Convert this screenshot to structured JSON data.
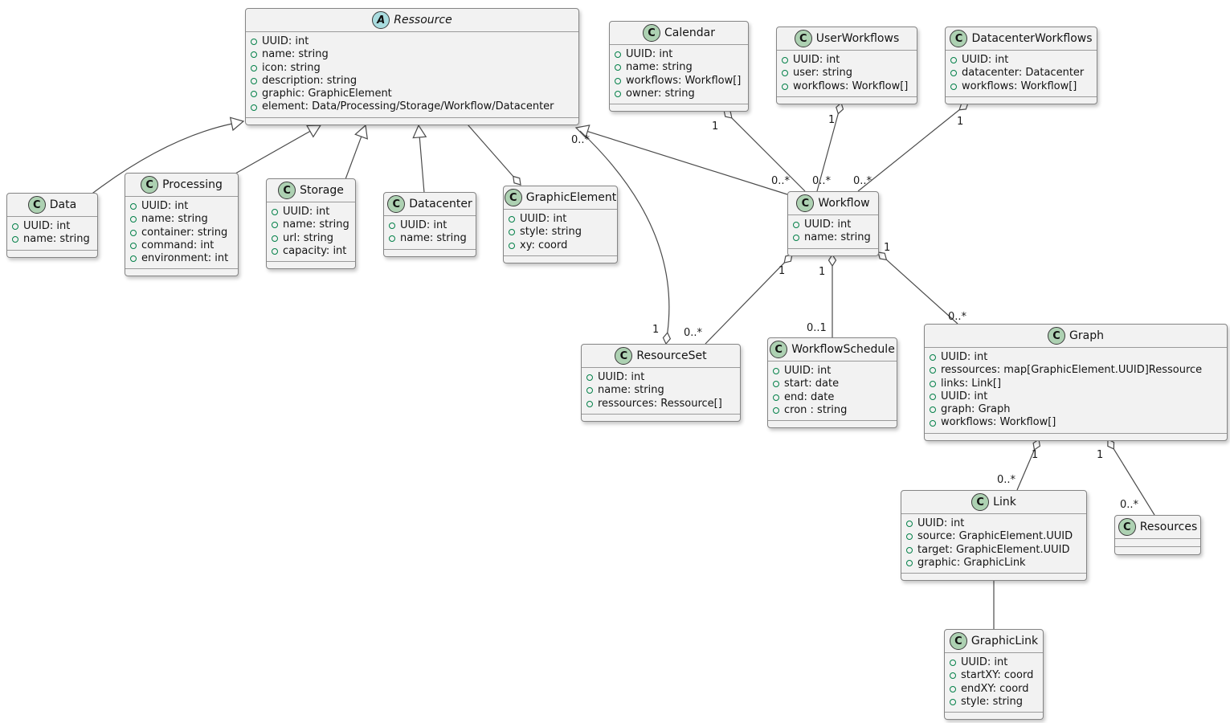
{
  "diagram": {
    "type": "uml-class-diagram",
    "colors": {
      "class_icon_bg": "#ADD1B2",
      "abstract_icon_bg": "#A9DCDF",
      "box_bg": "#F2F2F2",
      "box_border": "#858585",
      "field_icon": "#038048",
      "line": "#4B4B4B"
    },
    "classes": [
      {
        "name": "Ressource",
        "icon": "A",
        "abstract": true,
        "attrs": [
          "UUID: int",
          "name: string",
          "icon: string",
          "description: string",
          "graphic: GraphicElement",
          "element: Data/Processing/Storage/Workflow/Datacenter"
        ]
      },
      {
        "name": "Calendar",
        "icon": "C",
        "abstract": false,
        "attrs": [
          "UUID: int",
          "name: string",
          "workflows: Workflow[]",
          "owner: string"
        ]
      },
      {
        "name": "UserWorkflows",
        "icon": "C",
        "abstract": false,
        "attrs": [
          "UUID: int",
          "user: string",
          "workflows: Workflow[]"
        ]
      },
      {
        "name": "DatacenterWorkflows",
        "icon": "C",
        "abstract": false,
        "attrs": [
          "UUID: int",
          "datacenter: Datacenter",
          "workflows: Workflow[]"
        ]
      },
      {
        "name": "Data",
        "icon": "C",
        "abstract": false,
        "attrs": [
          "UUID: int",
          "name: string"
        ]
      },
      {
        "name": "Processing",
        "icon": "C",
        "abstract": false,
        "attrs": [
          "UUID: int",
          "name: string",
          "container: string",
          "command: int",
          "environment: int"
        ]
      },
      {
        "name": "Storage",
        "icon": "C",
        "abstract": false,
        "attrs": [
          "UUID: int",
          "name: string",
          "url: string",
          "capacity: int"
        ]
      },
      {
        "name": "Datacenter",
        "icon": "C",
        "abstract": false,
        "attrs": [
          "UUID: int",
          "name: string"
        ]
      },
      {
        "name": "GraphicElement",
        "icon": "C",
        "abstract": false,
        "attrs": [
          "UUID: int",
          "style: string",
          "xy: coord"
        ]
      },
      {
        "name": "Workflow",
        "icon": "C",
        "abstract": false,
        "attrs": [
          "UUID: int",
          "name: string"
        ]
      },
      {
        "name": "ResourceSet",
        "icon": "C",
        "abstract": false,
        "attrs": [
          "UUID: int",
          "name: string",
          "ressources: Ressource[]"
        ]
      },
      {
        "name": "WorkflowSchedule",
        "icon": "C",
        "abstract": false,
        "attrs": [
          "UUID: int",
          "start: date",
          "end: date",
          "cron : string"
        ]
      },
      {
        "name": "Graph",
        "icon": "C",
        "abstract": false,
        "attrs": [
          "UUID: int",
          "ressources: map[GraphicElement.UUID]Ressource",
          "links: Link[]",
          "UUID: int",
          "graph: Graph",
          "workflows: Workflow[]"
        ]
      },
      {
        "name": "Link",
        "icon": "C",
        "abstract": false,
        "attrs": [
          "UUID: int",
          "source: GraphicElement.UUID",
          "target: GraphicElement.UUID",
          "graphic: GraphicLink"
        ]
      },
      {
        "name": "Resources",
        "icon": "C",
        "abstract": false,
        "attrs": []
      },
      {
        "name": "GraphicLink",
        "icon": "C",
        "abstract": false,
        "attrs": [
          "UUID: int",
          "startXY: coord",
          "endXY: coord",
          "style: string"
        ]
      }
    ],
    "relations": [
      {
        "id": "data-ressource",
        "type": "generalization",
        "from": "Data",
        "to": "Ressource",
        "from_mult": "",
        "to_mult": ""
      },
      {
        "id": "processing-ressource",
        "type": "generalization",
        "from": "Processing",
        "to": "Ressource",
        "from_mult": "",
        "to_mult": ""
      },
      {
        "id": "storage-ressource",
        "type": "generalization",
        "from": "Storage",
        "to": "Ressource",
        "from_mult": "",
        "to_mult": ""
      },
      {
        "id": "datacenter-ressource",
        "type": "generalization",
        "from": "Datacenter",
        "to": "Ressource",
        "from_mult": "",
        "to_mult": ""
      },
      {
        "id": "workflow-ressource",
        "type": "generalization",
        "from": "Workflow",
        "to": "Ressource",
        "from_mult": "",
        "to_mult": ""
      },
      {
        "id": "ressource-graphicelement",
        "type": "aggregation",
        "from": "GraphicElement",
        "to": "Ressource",
        "from_mult": "",
        "to_mult": ""
      },
      {
        "id": "calendar-workflow",
        "type": "aggregation",
        "from": "Calendar",
        "to": "Workflow",
        "from_mult": "1",
        "to_mult": "0..*"
      },
      {
        "id": "userworkflows-workflow",
        "type": "aggregation",
        "from": "UserWorkflows",
        "to": "Workflow",
        "from_mult": "1",
        "to_mult": "0..*"
      },
      {
        "id": "datacenterworkflows-workflow",
        "type": "aggregation",
        "from": "DatacenterWorkflows",
        "to": "Workflow",
        "from_mult": "1",
        "to_mult": "0..*"
      },
      {
        "id": "resourceset-ressource",
        "type": "aggregation",
        "from": "ResourceSet",
        "to": "Ressource",
        "from_mult": "1",
        "to_mult": "0..*"
      },
      {
        "id": "workflow-resourceset",
        "type": "aggregation",
        "from": "Workflow",
        "to": "ResourceSet",
        "from_mult": "1",
        "to_mult": "0..*"
      },
      {
        "id": "workflow-workflowschedule",
        "type": "aggregation",
        "from": "Workflow",
        "to": "WorkflowSchedule",
        "from_mult": "1",
        "to_mult": "0..1"
      },
      {
        "id": "workflow-graph",
        "type": "aggregation",
        "from": "Workflow",
        "to": "Graph",
        "from_mult": "1",
        "to_mult": "0..*"
      },
      {
        "id": "graph-link",
        "type": "aggregation",
        "from": "Graph",
        "to": "Link",
        "from_mult": "1",
        "to_mult": "0..*"
      },
      {
        "id": "graph-resources",
        "type": "aggregation",
        "from": "Graph",
        "to": "Resources",
        "from_mult": "1",
        "to_mult": "0..*"
      },
      {
        "id": "link-graphiclink",
        "type": "association",
        "from": "Link",
        "to": "GraphicLink",
        "from_mult": "",
        "to_mult": ""
      }
    ]
  }
}
